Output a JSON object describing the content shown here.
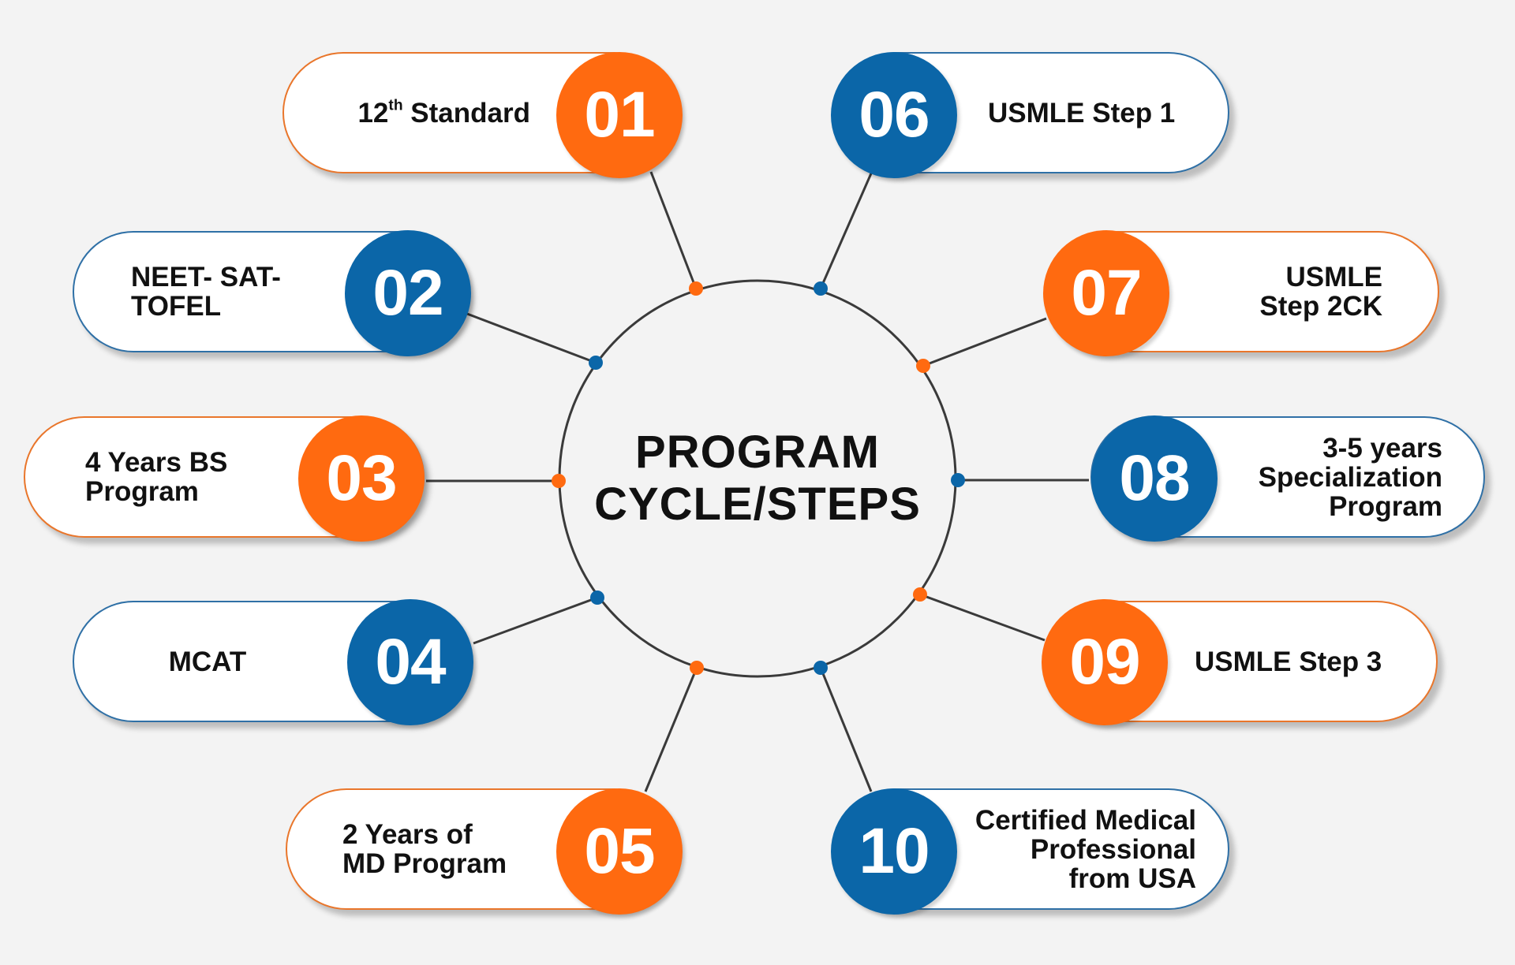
{
  "title": {
    "line1": "PROGRAM",
    "line2": "CYCLE/STEPS"
  },
  "colors": {
    "orange": "#ff6a10",
    "blue": "#0b66a8",
    "line": "#3a3a3a",
    "background": "#f3f3f3"
  },
  "steps": [
    {
      "number": "01",
      "color": "orange",
      "label_line1": "12",
      "label_sup": "th",
      "label_rest": " Standard"
    },
    {
      "number": "02",
      "color": "blue",
      "label_line1": "NEET- SAT-",
      "label_line2": "TOFEL"
    },
    {
      "number": "03",
      "color": "orange",
      "label_line1": "4 Years BS",
      "label_line2": "Program"
    },
    {
      "number": "04",
      "color": "blue",
      "label_line1": "MCAT"
    },
    {
      "number": "05",
      "color": "orange",
      "label_line1": "2 Years of",
      "label_line2": "MD Program"
    },
    {
      "number": "06",
      "color": "blue",
      "label_line1": "USMLE Step 1"
    },
    {
      "number": "07",
      "color": "orange",
      "label_line1": "USMLE",
      "label_line2": "Step 2CK"
    },
    {
      "number": "08",
      "color": "blue",
      "label_line1": "3-5 years",
      "label_line2": "Specialization",
      "label_line3": "Program"
    },
    {
      "number": "09",
      "color": "orange",
      "label_line1": "USMLE Step 3"
    },
    {
      "number": "10",
      "color": "blue",
      "label_line1": "Certified Medical",
      "label_line2": "Professional",
      "label_line3": "from USA"
    }
  ]
}
